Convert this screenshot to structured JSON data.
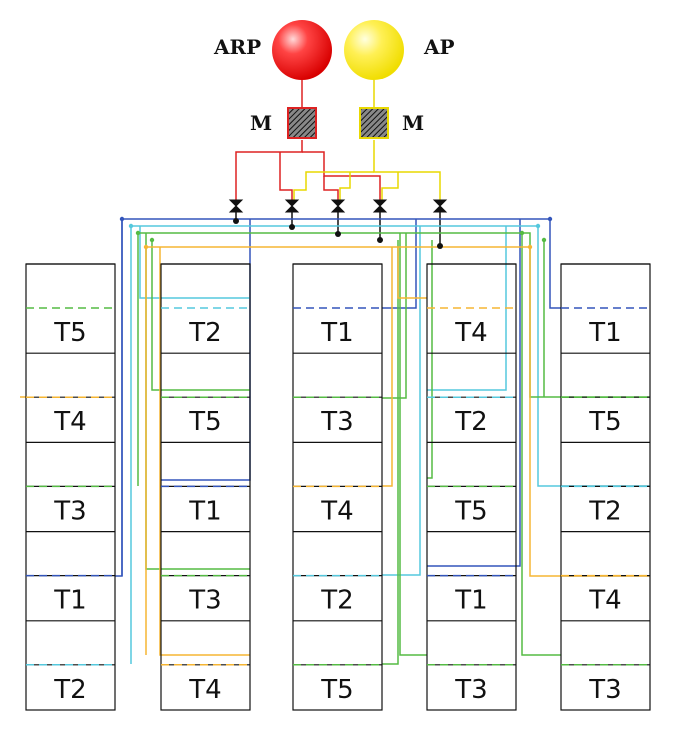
{
  "sources": {
    "arp": {
      "label": "ARP",
      "color": "#ee2222"
    },
    "ap": {
      "label": "AP",
      "color": "#f2e600"
    }
  },
  "mixers": {
    "left": {
      "label": "M",
      "color": "#d33333"
    },
    "right": {
      "label": "M",
      "color": "#d9c800"
    }
  },
  "line_colors": {
    "T1": "#3355bb",
    "T2": "#55c8dd",
    "T3": "#55bb44",
    "T4": "#f5b533",
    "T5": "#55bb44"
  },
  "columns": [
    {
      "cells": [
        "T5",
        "T4",
        "T3",
        "T1",
        "T2"
      ]
    },
    {
      "cells": [
        "T2",
        "T5",
        "T1",
        "T3",
        "T4"
      ]
    },
    {
      "cells": [
        "T1",
        "T3",
        "T4",
        "T2",
        "T5"
      ]
    },
    {
      "cells": [
        "T4",
        "T2",
        "T5",
        "T1",
        "T3"
      ]
    },
    {
      "cells": [
        "T1",
        "T5",
        "T2",
        "T4",
        "T3"
      ]
    }
  ]
}
